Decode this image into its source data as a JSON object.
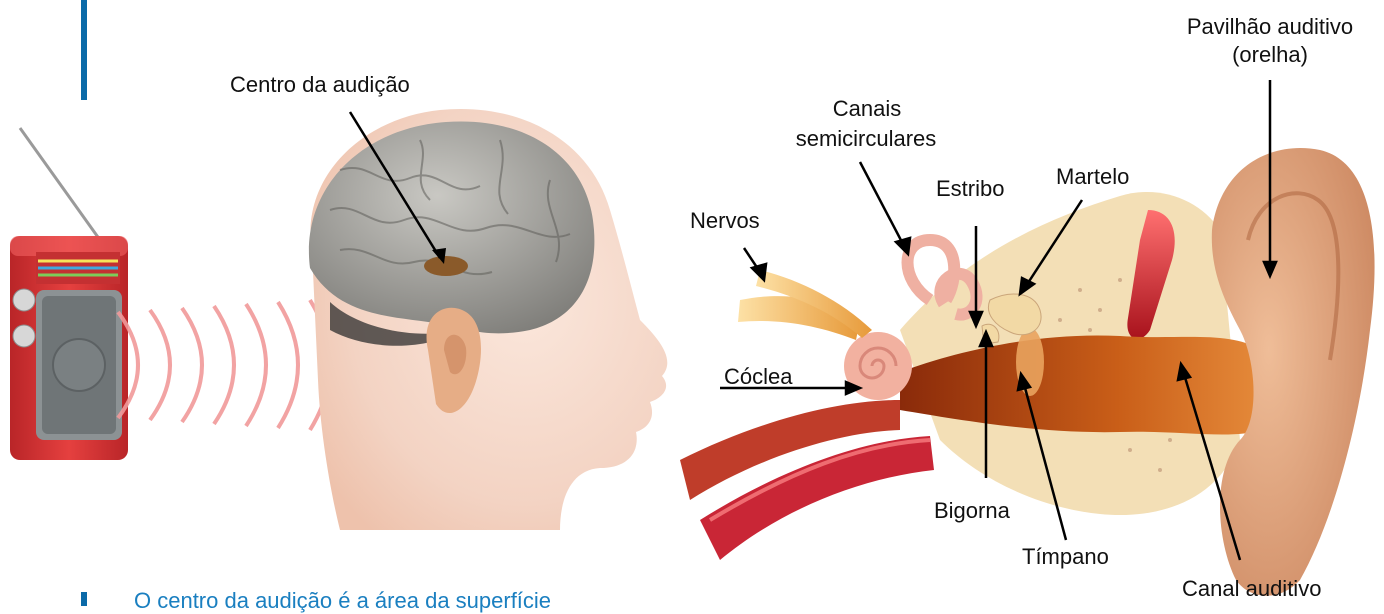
{
  "labels": {
    "hearing_center": "Centro da audição",
    "canals_line1": "Canais",
    "canals_line2": "semicirculares",
    "martelo": "Martelo",
    "estribo": "Estribo",
    "nervos": "Nervos",
    "pavilhao_line1": "Pavilhão auditivo",
    "pavilhao_line2": "(orelha)",
    "coclea": "Cóclea",
    "bigorna": "Bigorna",
    "timpano": "Tímpano",
    "canal_auditivo": "Canal auditivo"
  },
  "caption": "O centro da audição é a área da superfície",
  "colors": {
    "accent": "#0b6aa8",
    "caption": "#1a7fc0",
    "radio_body": "#e03a3c",
    "sound_waves": "#f19a9a",
    "brain": "#9d9c97",
    "hearing_center_spot": "#8a5a2a",
    "ear_skin": "#e6ad86",
    "bone": "#f3dfb6",
    "canal": "#c65c15",
    "cochlea": "#f2b1a0",
    "nerve": "#f0b35a"
  }
}
